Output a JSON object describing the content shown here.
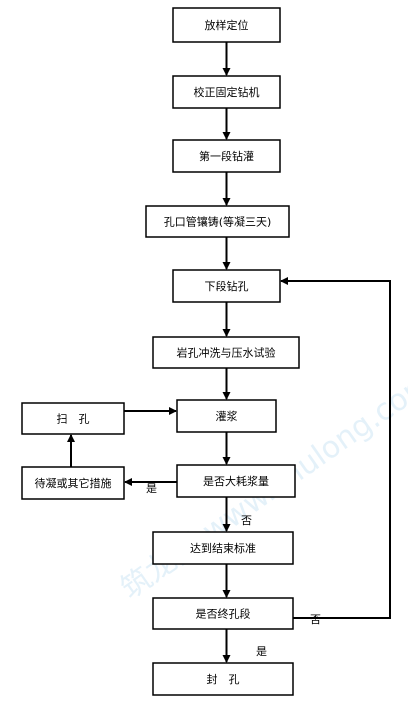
{
  "watermark": "筑龙网 www.zhulong.com",
  "nodes": {
    "n1": "放样定位",
    "n2": "校正固定钻机",
    "n3": "第一段钻灌",
    "n4": "孔口管镶铸(等凝三天)",
    "n5": "下段钻孔",
    "n6": "岩孔冲洗与压水试验",
    "n7": "灌浆",
    "n8": "扫　孔",
    "n9": "待凝或其它措施",
    "n10": "是否大耗浆量",
    "n11": "达到结束标准",
    "n12": "是否终孔段",
    "n13": "封　孔"
  },
  "edge_labels": {
    "yes_left": "是",
    "no_down": "否",
    "no_right": "否",
    "yes_down": "是"
  },
  "colors": {
    "line": "#000000",
    "box_fill": "#ffffff",
    "watermark": "#cfe6f5"
  }
}
